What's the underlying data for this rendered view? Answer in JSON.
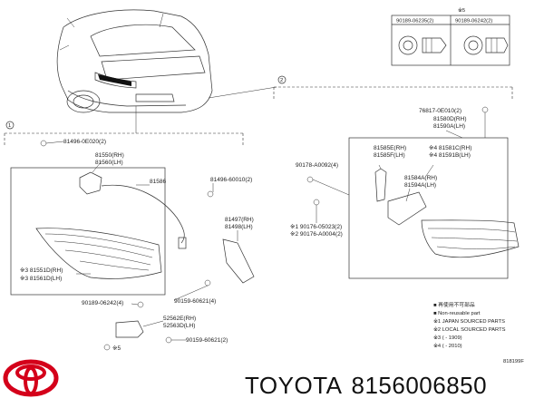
{
  "diagram": {
    "inset_note": "※5",
    "inset_parts": [
      "90189-06235(2)",
      "90189-06242(2)"
    ],
    "callout1": "1",
    "callout2": "2",
    "left_group": {
      "labels": [
        "81496-0E020(2)",
        "81550(RH)",
        "81560(LH)",
        "81586",
        "81496-60010(2)",
        "81497(RH)",
        "81498(LH)",
        "※3 81551D(RH)",
        "※3 81561D(LH)",
        "90189-06242(4)",
        "90159-60621(4)",
        "52562E(RH)",
        "52563D(LH)",
        "90159-60621(2)",
        "※5"
      ]
    },
    "right_group": {
      "labels": [
        "76817-0E010(2)",
        "81580D(RH)",
        "81590A(LH)",
        "81585E(RH)",
        "81585F(LH)",
        "※4 81581C(RH)",
        "※4 81591B(LH)",
        "90178-A0092(4)",
        "81584A(RH)",
        "81594A(LH)",
        "※1 90176-05023(2)",
        "※2 90176-A0004(2)"
      ]
    },
    "legend": [
      "■ 再使用不可部品",
      "■ Non-reusable part",
      "※1 JAPAN SOURCED PARTS",
      "※2 LOCAL SOURCED PARTS",
      "※3 (   - 1909)",
      "※4 (   - 2010)"
    ],
    "figure_code": "818199F"
  },
  "brand": {
    "name": "TOYOTA",
    "part_number": "8156006850"
  },
  "colors": {
    "logo_red": "#d4001a"
  }
}
